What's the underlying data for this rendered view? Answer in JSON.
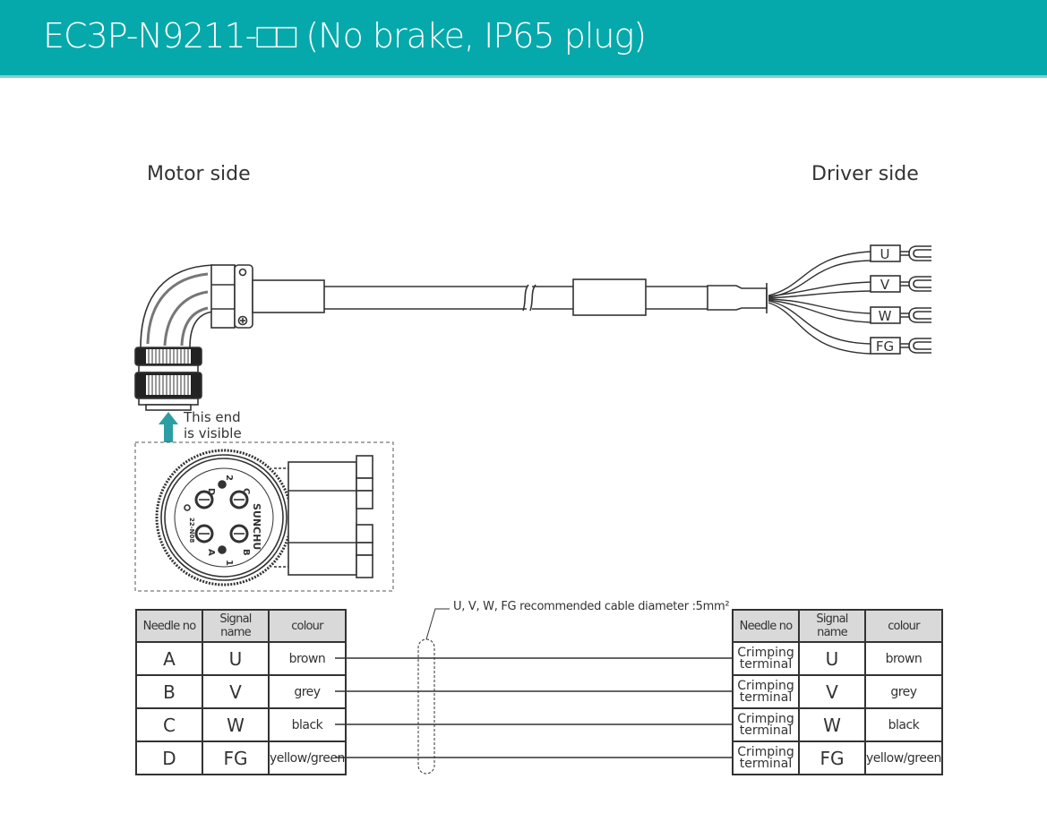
{
  "header": {
    "title": "EC3P-N9211-□□  (No brake, IP65 plug)",
    "background_color": "#05a9ab"
  },
  "labels": {
    "motor_side": "Motor side",
    "driver_side": "Driver side",
    "visible_end_note_line1": "This end",
    "visible_end_note_line2": "is visible",
    "cable_note": "U, V, W, FG recommended cable diameter :5mm²"
  },
  "connector_face": {
    "brand": "SUNCHU",
    "code": "22-N08",
    "pins": [
      "A",
      "B",
      "C",
      "D"
    ],
    "pin_numbers": [
      "1",
      "2"
    ]
  },
  "terminals": [
    "U",
    "V",
    "W",
    "FG"
  ],
  "motor_table": {
    "headers": [
      "Needle no",
      "Signal name",
      "colour"
    ],
    "rows": [
      {
        "needle": "A",
        "signal": "U",
        "colour": "brown"
      },
      {
        "needle": "B",
        "signal": "V",
        "colour": "grey"
      },
      {
        "needle": "C",
        "signal": "W",
        "colour": "black"
      },
      {
        "needle": "D",
        "signal": "FG",
        "colour": "yellow/green"
      }
    ]
  },
  "driver_table": {
    "headers": [
      "Needle no",
      "Signal name",
      "colour"
    ],
    "rows": [
      {
        "needle_line1": "Crimping",
        "needle_line2": "terminal",
        "signal": "U",
        "colour": "brown"
      },
      {
        "needle_line1": "Crimping",
        "needle_line2": "terminal",
        "signal": "V",
        "colour": "grey"
      },
      {
        "needle_line1": "Crimping",
        "needle_line2": "terminal",
        "signal": "W",
        "colour": "black"
      },
      {
        "needle_line1": "Crimping",
        "needle_line2": "terminal",
        "signal": "FG",
        "colour": "yellow/green"
      }
    ]
  }
}
